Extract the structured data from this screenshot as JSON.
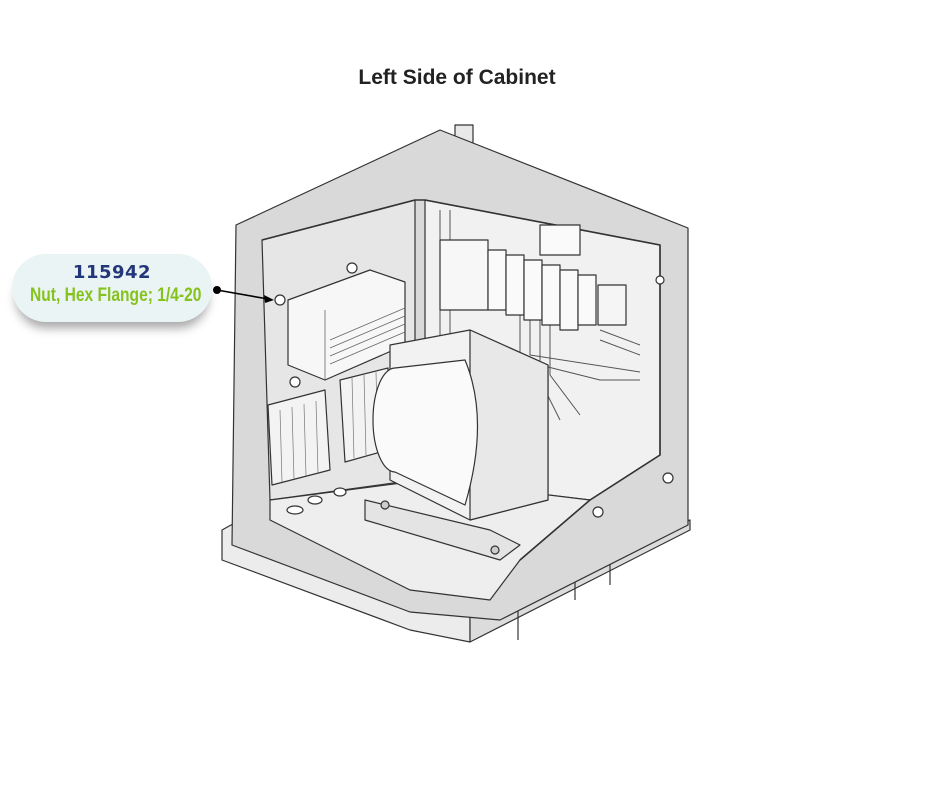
{
  "title": "Left Side of Cabinet",
  "callout": {
    "part_number": "115942",
    "description": "Nut, Hex Flange; 1/4-20"
  },
  "colors": {
    "part_number": "#24367a",
    "description": "#86c21e",
    "callout_bg": "#eaf4f4"
  }
}
